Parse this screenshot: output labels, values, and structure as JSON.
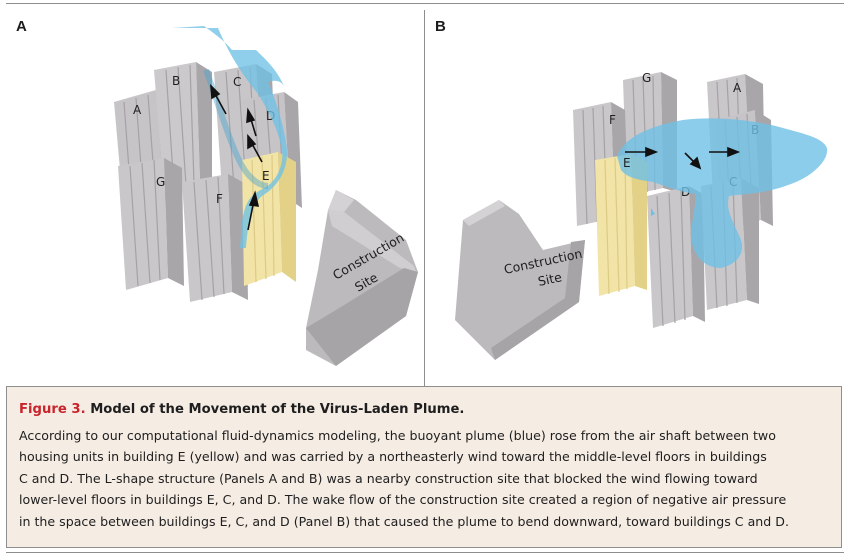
{
  "figure": {
    "panels": [
      {
        "letter": "A",
        "buildings": [
          "A",
          "B",
          "C",
          "D",
          "E",
          "F",
          "G"
        ],
        "site_label": [
          "Construction",
          "Site"
        ]
      },
      {
        "letter": "B",
        "buildings": [
          "G",
          "A",
          "F",
          "B",
          "E",
          "C",
          "D"
        ],
        "site_label": [
          "Construction",
          "Site"
        ]
      }
    ],
    "caption": {
      "label": "Figure 3.",
      "title": "Model of the Movement of the Virus-Laden Plume.",
      "body_lines": [
        "According to our computational fluid-dynamics modeling, the buoyant plume (blue) rose from the air shaft between two",
        "housing units in building E (yellow) and was carried by a northeasterly wind toward the middle-level floors in buildings",
        "C and D. The L-shape structure (Panels A and B) was a nearby construction site that blocked the wind flowing toward",
        "lower-level floors in buildings E, C, and D. The wake flow of the construction site created a region of negative air pressure",
        "in the space between buildings E, C, and D (Panel B) that caused the plume to bend downward, toward buildings C and D."
      ]
    },
    "colors": {
      "building": "#c9c7c9",
      "building_dark": "#a9a7aa",
      "building_e": "#f1e4a6",
      "plume": "#6fc1e6",
      "accent_red": "#c8252c",
      "caption_bg": "#f5ece4"
    }
  }
}
